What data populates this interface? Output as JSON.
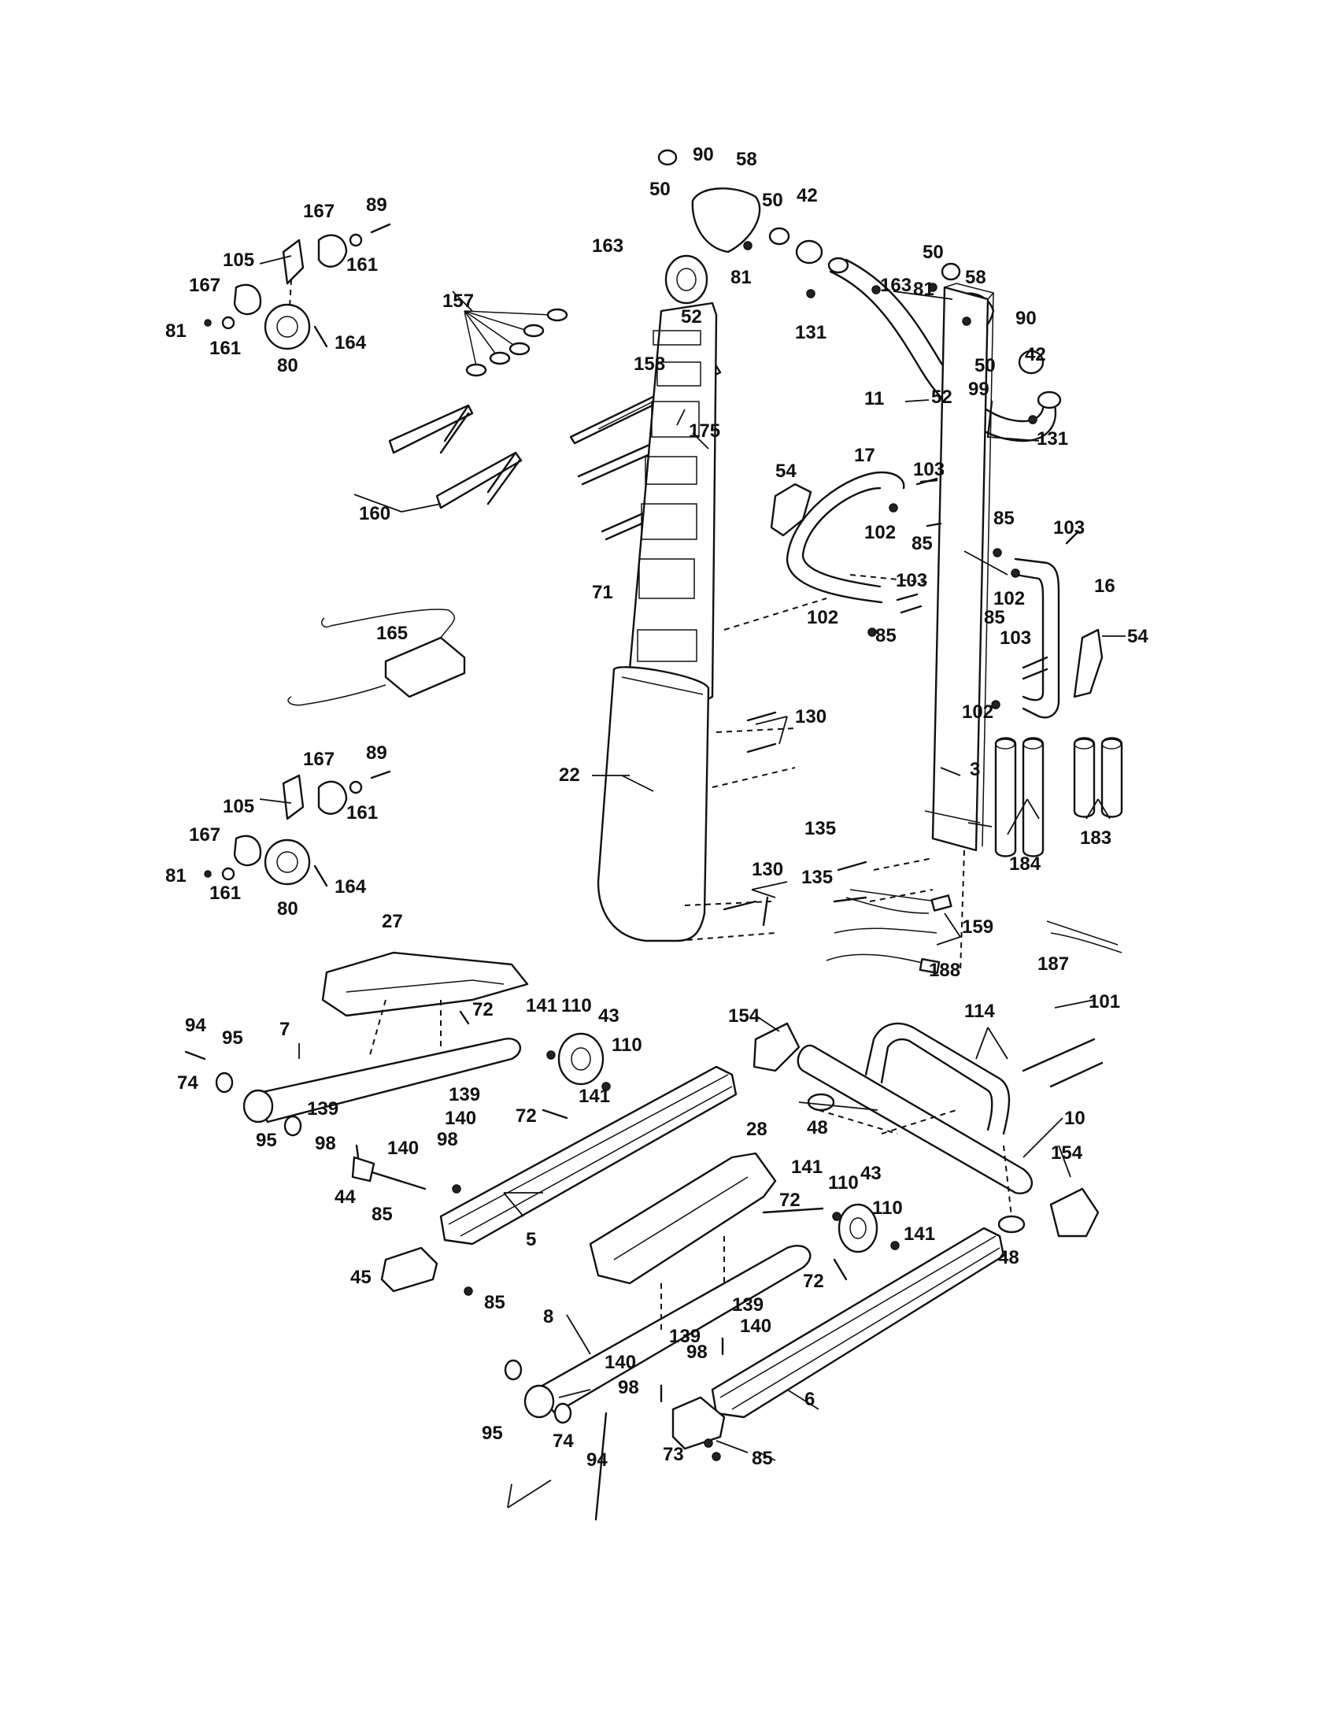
{
  "diagram": {
    "labels": [
      {
        "id": "lbl-50-a",
        "text": "50"
      },
      {
        "id": "lbl-90-a",
        "text": "90"
      },
      {
        "id": "lbl-58-a",
        "text": "58"
      },
      {
        "id": "lbl-50-b",
        "text": "50"
      },
      {
        "id": "lbl-42-a",
        "text": "42"
      },
      {
        "id": "lbl-163-a",
        "text": "163"
      },
      {
        "id": "lbl-81-a",
        "text": "81"
      },
      {
        "id": "lbl-52-a",
        "text": "52"
      },
      {
        "id": "lbl-131-a",
        "text": "131"
      },
      {
        "id": "lbl-50-c",
        "text": "50"
      },
      {
        "id": "lbl-163-b",
        "text": "163"
      },
      {
        "id": "lbl-81-b",
        "text": "81"
      },
      {
        "id": "lbl-58-b",
        "text": "58"
      },
      {
        "id": "lbl-90-b",
        "text": "90"
      },
      {
        "id": "lbl-50-d",
        "text": "50"
      },
      {
        "id": "lbl-42-b",
        "text": "42"
      },
      {
        "id": "lbl-52-b",
        "text": "52"
      },
      {
        "id": "lbl-99",
        "text": "99"
      },
      {
        "id": "lbl-11",
        "text": "11"
      },
      {
        "id": "lbl-131-b",
        "text": "131"
      },
      {
        "id": "lbl-167-a",
        "text": "167"
      },
      {
        "id": "lbl-89-a",
        "text": "89"
      },
      {
        "id": "lbl-105-a",
        "text": "105"
      },
      {
        "id": "lbl-161-a",
        "text": "161"
      },
      {
        "id": "lbl-167-b",
        "text": "167"
      },
      {
        "id": "lbl-81-c",
        "text": "81"
      },
      {
        "id": "lbl-161-b",
        "text": "161"
      },
      {
        "id": "lbl-164-a",
        "text": "164"
      },
      {
        "id": "lbl-80-a",
        "text": "80"
      },
      {
        "id": "lbl-157",
        "text": "157"
      },
      {
        "id": "lbl-158",
        "text": "158"
      },
      {
        "id": "lbl-175",
        "text": "175"
      },
      {
        "id": "lbl-160",
        "text": "160"
      },
      {
        "id": "lbl-54-a",
        "text": "54"
      },
      {
        "id": "lbl-17",
        "text": "17"
      },
      {
        "id": "lbl-103-a",
        "text": "103"
      },
      {
        "id": "lbl-102-a",
        "text": "102"
      },
      {
        "id": "lbl-85-a",
        "text": "85"
      },
      {
        "id": "lbl-85-b",
        "text": "85"
      },
      {
        "id": "lbl-103-b",
        "text": "103"
      },
      {
        "id": "lbl-102-b",
        "text": "102"
      },
      {
        "id": "lbl-16",
        "text": "16"
      },
      {
        "id": "lbl-103-c",
        "text": "103"
      },
      {
        "id": "lbl-102-c",
        "text": "102"
      },
      {
        "id": "lbl-85-c",
        "text": "85"
      },
      {
        "id": "lbl-85-d",
        "text": "85"
      },
      {
        "id": "lbl-103-d",
        "text": "103"
      },
      {
        "id": "lbl-54-b",
        "text": "54"
      },
      {
        "id": "lbl-102-d",
        "text": "102"
      },
      {
        "id": "lbl-71",
        "text": "71"
      },
      {
        "id": "lbl-165",
        "text": "165"
      },
      {
        "id": "lbl-130-a",
        "text": "130"
      },
      {
        "id": "lbl-22",
        "text": "22"
      },
      {
        "id": "lbl-3",
        "text": "3"
      },
      {
        "id": "lbl-184",
        "text": "184"
      },
      {
        "id": "lbl-183",
        "text": "183"
      },
      {
        "id": "lbl-135-a",
        "text": "135"
      },
      {
        "id": "lbl-135-b",
        "text": "135"
      },
      {
        "id": "lbl-130-b",
        "text": "130"
      },
      {
        "id": "lbl-167-c",
        "text": "167"
      },
      {
        "id": "lbl-89-b",
        "text": "89"
      },
      {
        "id": "lbl-105-b",
        "text": "105"
      },
      {
        "id": "lbl-161-c",
        "text": "161"
      },
      {
        "id": "lbl-167-d",
        "text": "167"
      },
      {
        "id": "lbl-81-d",
        "text": "81"
      },
      {
        "id": "lbl-161-d",
        "text": "161"
      },
      {
        "id": "lbl-164-b",
        "text": "164"
      },
      {
        "id": "lbl-80-b",
        "text": "80"
      },
      {
        "id": "lbl-159",
        "text": "159"
      },
      {
        "id": "lbl-188",
        "text": "188"
      },
      {
        "id": "lbl-187",
        "text": "187"
      },
      {
        "id": "lbl-27",
        "text": "27"
      },
      {
        "id": "lbl-72-a",
        "text": "72"
      },
      {
        "id": "lbl-141-a",
        "text": "141"
      },
      {
        "id": "lbl-110-a",
        "text": "110"
      },
      {
        "id": "lbl-43-a",
        "text": "43"
      },
      {
        "id": "lbl-110-b",
        "text": "110"
      },
      {
        "id": "lbl-141-b",
        "text": "141"
      },
      {
        "id": "lbl-72-b",
        "text": "72"
      },
      {
        "id": "lbl-94-a",
        "text": "94"
      },
      {
        "id": "lbl-95-a",
        "text": "95"
      },
      {
        "id": "lbl-7",
        "text": "7"
      },
      {
        "id": "lbl-74-a",
        "text": "74"
      },
      {
        "id": "lbl-95-b",
        "text": "95"
      },
      {
        "id": "lbl-139-a",
        "text": "139"
      },
      {
        "id": "lbl-139-b",
        "text": "139"
      },
      {
        "id": "lbl-140-a",
        "text": "140"
      },
      {
        "id": "lbl-98-a",
        "text": "98"
      },
      {
        "id": "lbl-98-b",
        "text": "98"
      },
      {
        "id": "lbl-140-b",
        "text": "140"
      },
      {
        "id": "lbl-44",
        "text": "44"
      },
      {
        "id": "lbl-85-e",
        "text": "85"
      },
      {
        "id": "lbl-5",
        "text": "5"
      },
      {
        "id": "lbl-45",
        "text": "45"
      },
      {
        "id": "lbl-85-f",
        "text": "85"
      },
      {
        "id": "lbl-154-a",
        "text": "154"
      },
      {
        "id": "lbl-48-a",
        "text": "48"
      },
      {
        "id": "lbl-114",
        "text": "114"
      },
      {
        "id": "lbl-101",
        "text": "101"
      },
      {
        "id": "lbl-10",
        "text": "10"
      },
      {
        "id": "lbl-154-b",
        "text": "154"
      },
      {
        "id": "lbl-48-b",
        "text": "48"
      },
      {
        "id": "lbl-28",
        "text": "28"
      },
      {
        "id": "lbl-141-c",
        "text": "141"
      },
      {
        "id": "lbl-110-c",
        "text": "110"
      },
      {
        "id": "lbl-43-b",
        "text": "43"
      },
      {
        "id": "lbl-72-c",
        "text": "72"
      },
      {
        "id": "lbl-110-d",
        "text": "110"
      },
      {
        "id": "lbl-141-d",
        "text": "141"
      },
      {
        "id": "lbl-72-d",
        "text": "72"
      },
      {
        "id": "lbl-8",
        "text": "8"
      },
      {
        "id": "lbl-139-c",
        "text": "139"
      },
      {
        "id": "lbl-140-c",
        "text": "140"
      },
      {
        "id": "lbl-139-d",
        "text": "139"
      },
      {
        "id": "lbl-98-c",
        "text": "98"
      },
      {
        "id": "lbl-140-d",
        "text": "140"
      },
      {
        "id": "lbl-98-d",
        "text": "98"
      },
      {
        "id": "lbl-95-c",
        "text": "95"
      },
      {
        "id": "lbl-74-b",
        "text": "74"
      },
      {
        "id": "lbl-94-b",
        "text": "94"
      },
      {
        "id": "lbl-6",
        "text": "6"
      },
      {
        "id": "lbl-73",
        "text": "73"
      },
      {
        "id": "lbl-85-g",
        "text": "85"
      }
    ]
  }
}
